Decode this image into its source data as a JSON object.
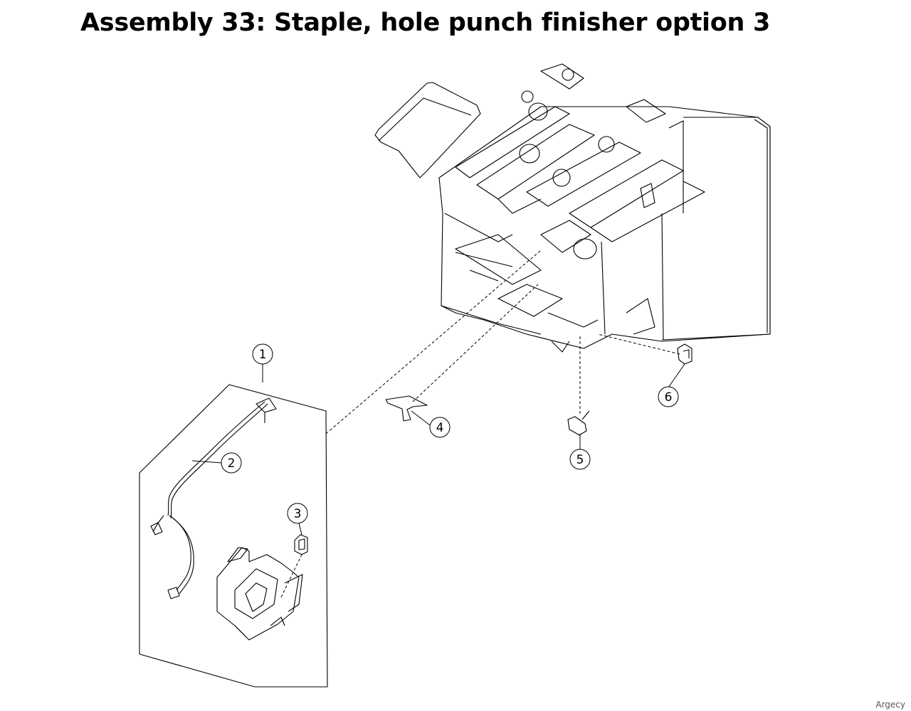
{
  "title": "Assembly 33: Staple, hole punch finisher option 3",
  "watermark": "Argecy",
  "callouts": [
    {
      "id": "1",
      "label": "1"
    },
    {
      "id": "2",
      "label": "2"
    },
    {
      "id": "3",
      "label": "3"
    },
    {
      "id": "4",
      "label": "4"
    },
    {
      "id": "5",
      "label": "5"
    },
    {
      "id": "6",
      "label": "6"
    }
  ]
}
